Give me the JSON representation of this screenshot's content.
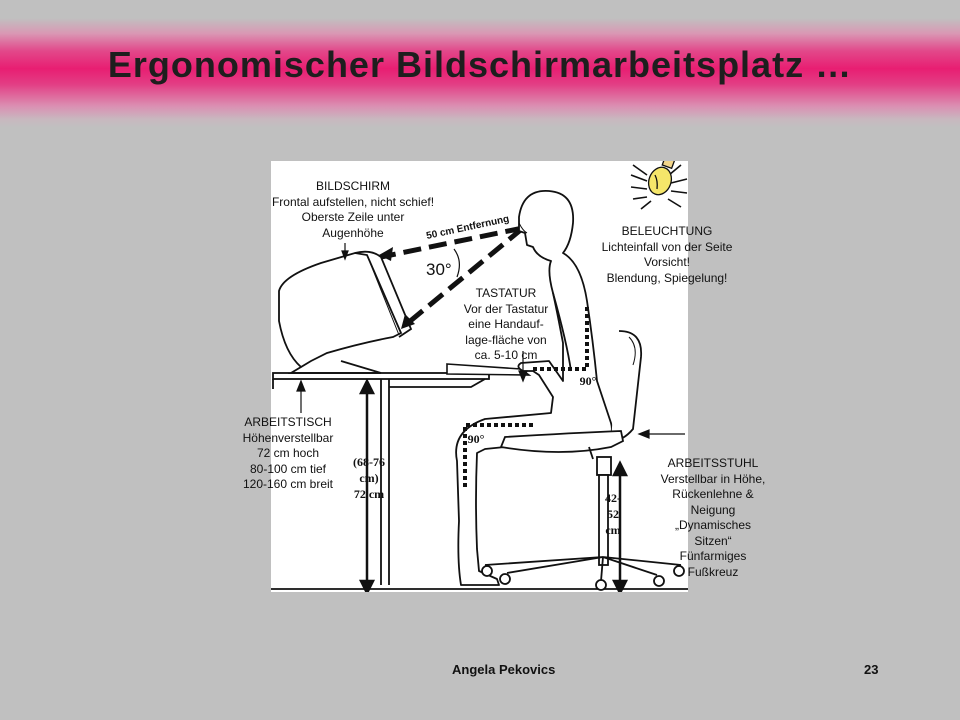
{
  "title": "Ergonomischer Bildschirmarbeitsplatz …",
  "diagram": {
    "bildschirm": {
      "heading": "BILDSCHIRM",
      "lines": [
        "Frontal aufstellen, nicht schief!",
        "Oberste Zeile unter",
        "Augenhöhe"
      ]
    },
    "distance_label": "50 cm Entfernung",
    "angle_label": "30°",
    "beleuchtung": {
      "heading": "BELEUCHTUNG",
      "lines": [
        "Lichteinfall von der Seite",
        "Vorsicht!",
        "Blendung, Spiegelung!"
      ]
    },
    "tastatur": {
      "heading": "TASTATUR",
      "lines": [
        "Vor der Tastatur",
        "eine Handauf-",
        "lage-fläche von",
        "ca. 5-10 cm"
      ]
    },
    "angle_arm": "90°",
    "angle_knee": "90°",
    "arbeitstisch": {
      "heading": "ARBEITSTISCH",
      "lines": [
        "Höhenverstellbar",
        "72 cm hoch",
        "80-100 cm tief",
        "120-160 cm breit"
      ]
    },
    "table_height": [
      "(68-76",
      "cm)",
      "72 cm"
    ],
    "seat_height": [
      "42-",
      "52",
      "cm"
    ],
    "arbeitsstuhl": {
      "heading": "ARBEITSSTUHL",
      "lines": [
        "Verstellbar in Höhe,",
        "Rückenlehne &",
        "Neigung",
        "„Dynamisches",
        "Sitzen“",
        "Fünfarmiges",
        "Fußkreuz"
      ]
    }
  },
  "footer": {
    "author": "Angela Pekovics",
    "page": "23"
  }
}
